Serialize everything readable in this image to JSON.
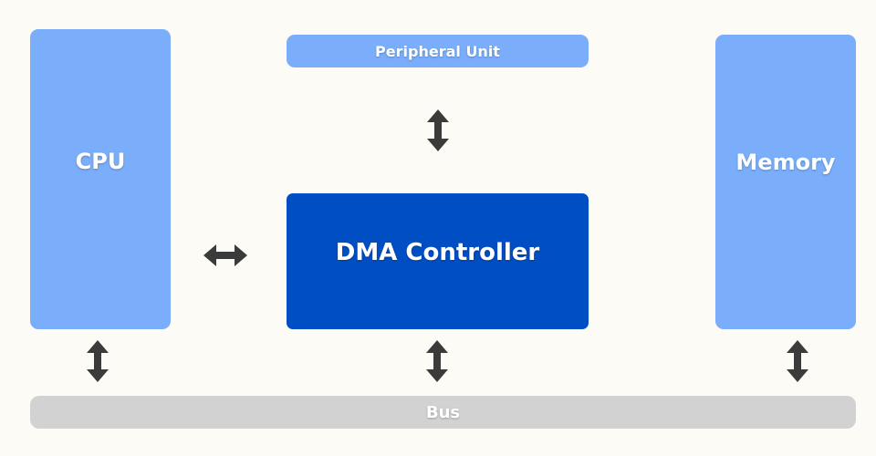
{
  "diagram": {
    "blocks": {
      "cpu": "CPU",
      "memory": "Memory",
      "peripheral": "Peripheral Unit",
      "dma": "DMA Controller",
      "bus": "Bus"
    },
    "colors": {
      "background": "#fdfbf5",
      "block_light": "#7aaefb",
      "dma_block": "#004ec4",
      "bus": "#d2d2d2",
      "arrow": "#3b3b3b"
    }
  }
}
